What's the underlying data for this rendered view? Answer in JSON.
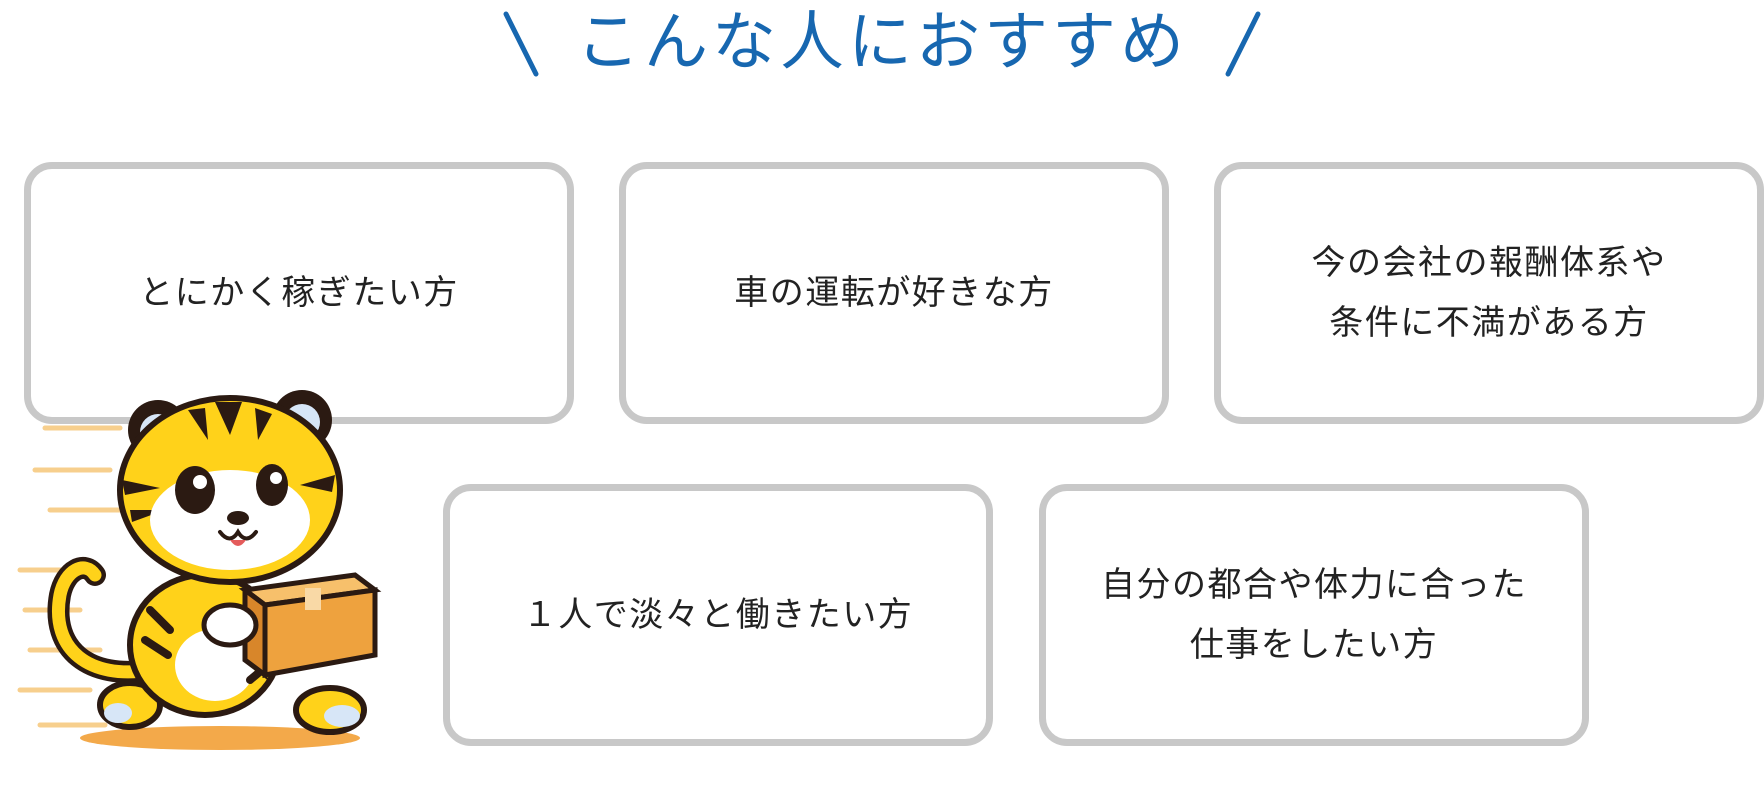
{
  "header": {
    "title": "こんな人におすすめ",
    "accent_color": "#1767b0"
  },
  "cards": [
    {
      "lines": [
        "とにかく稼ぎたい方"
      ]
    },
    {
      "lines": [
        "車の運転が好きな方"
      ]
    },
    {
      "lines": [
        "今の会社の報酬体系や",
        "条件に不満がある方"
      ]
    },
    {
      "lines": [
        "１人で淡々と働きたい方"
      ]
    },
    {
      "lines": [
        "自分の都合や体力に合った",
        "仕事をしたい方"
      ]
    }
  ],
  "illustration": {
    "icon": "tiger-mascot-carrying-box-icon"
  }
}
